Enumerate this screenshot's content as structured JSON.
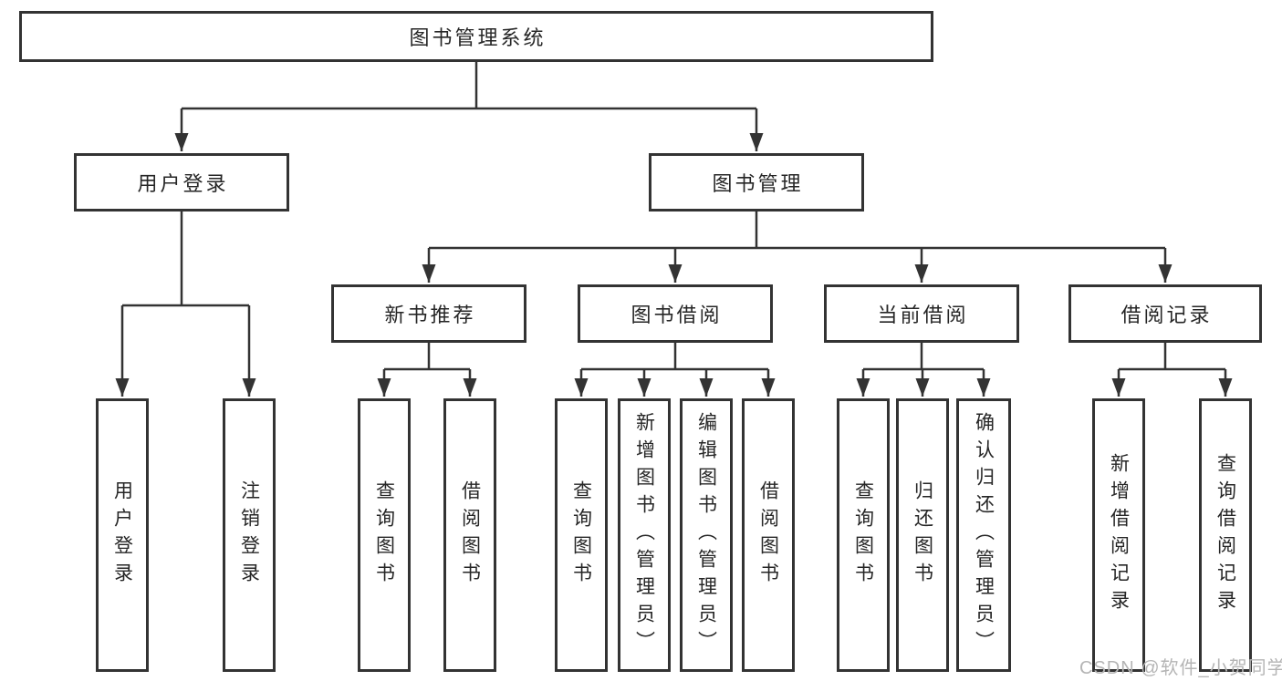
{
  "colors": {
    "line": "#333333",
    "box_border": "#333333",
    "text": "#262626",
    "background": "#ffffff",
    "watermark": "#b5b5b5"
  },
  "watermark": {
    "text": "CSDN @软件_小贺同学"
  },
  "tree": {
    "label": "图书管理系统",
    "children": [
      {
        "label": "用户登录",
        "children": [
          {
            "label": "用户登录"
          },
          {
            "label": "注销登录"
          }
        ]
      },
      {
        "label": "图书管理",
        "children": [
          {
            "label": "新书推荐",
            "children": [
              {
                "label": "查询图书"
              },
              {
                "label": "借阅图书"
              }
            ]
          },
          {
            "label": "图书借阅",
            "children": [
              {
                "label": "查询图书"
              },
              {
                "label": "新增图书（管理员）"
              },
              {
                "label": "编辑图书（管理员）"
              },
              {
                "label": "借阅图书"
              }
            ]
          },
          {
            "label": "当前借阅",
            "children": [
              {
                "label": "查询图书"
              },
              {
                "label": "归还图书"
              },
              {
                "label": "确认归还（管理员）"
              }
            ]
          },
          {
            "label": "借阅记录",
            "children": [
              {
                "label": "新增借阅记录"
              },
              {
                "label": "查询借阅记录"
              }
            ]
          }
        ]
      }
    ]
  }
}
